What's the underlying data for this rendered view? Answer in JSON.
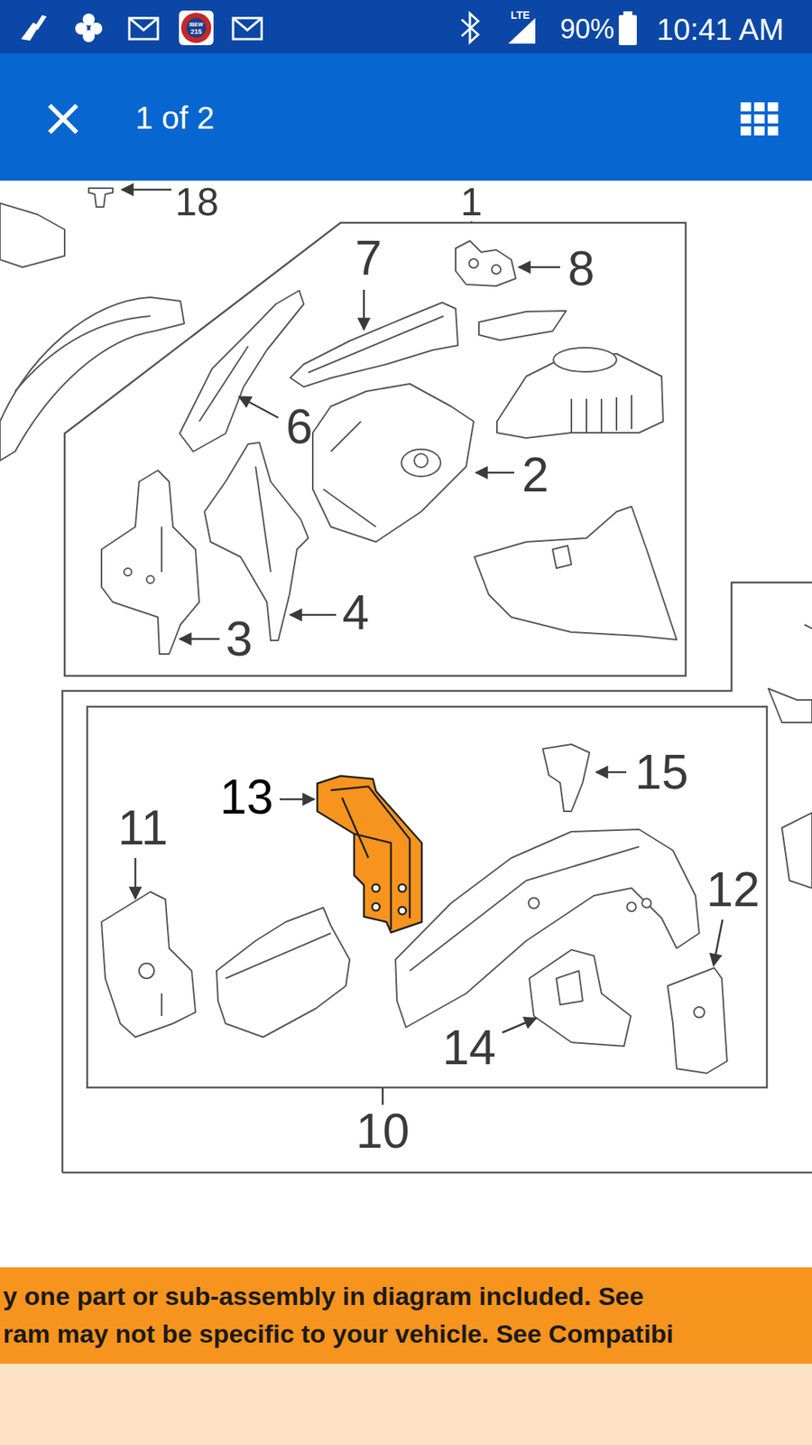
{
  "diagram": {
    "nodes": [
      {
        "text": [
          "1"
        ]
      },
      {
        "text": [
          "10"
        ]
      }
    ],
    "labels": [
      "LTE",
      "90%",
      "10:41 AM",
      "IBEW",
      "215",
      "1 of 2",
      "18",
      "7",
      "8",
      "6",
      "2",
      "3",
      "4",
      "13",
      "15",
      "11",
      "12",
      "14",
      "y one part or sub-assembly in diagram included. See",
      "ram may not be specific to your vehicle. See Compatibi"
    ]
  }
}
